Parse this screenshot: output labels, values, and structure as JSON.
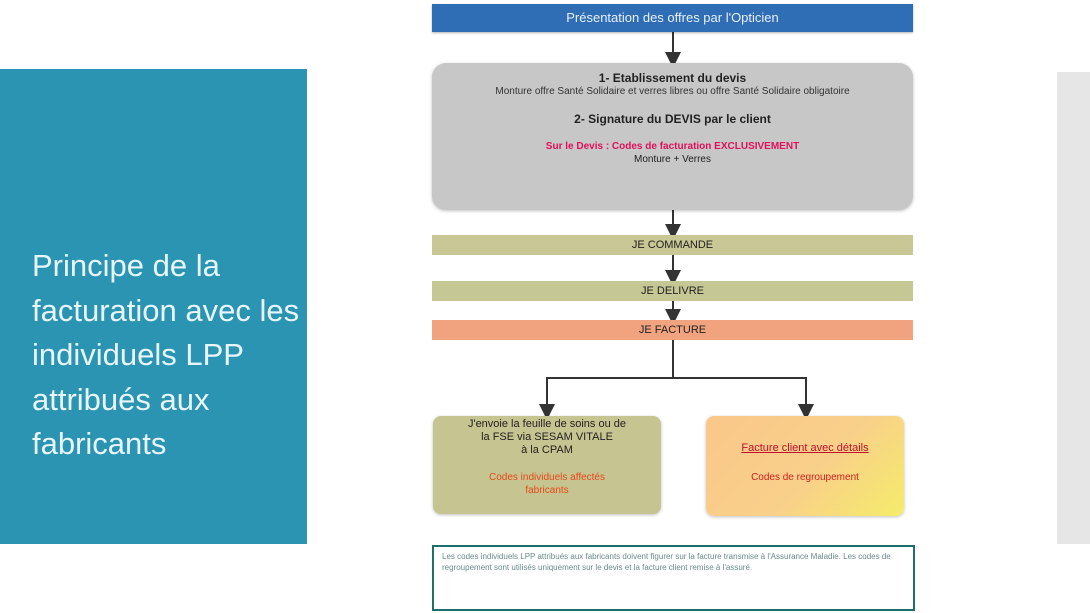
{
  "side": {
    "title": "Principe de la facturation avec les individuels LPP attribués aux fabricants"
  },
  "flow": {
    "top_banner": "Présentation des offres par l'Opticien",
    "devis": {
      "step1_title": "1- Etablissement du devis",
      "step1_sub": "Monture offre Santé Solidaire et verres libres ou offre Santé Solidaire obligatoire",
      "step2_title": "2- Signature du DEVIS par le client",
      "remark": "Sur le Devis : Codes de facturation EXCLUSIVEMENT",
      "remark_sub": "Monture + Verres"
    },
    "band_commande": "JE COMMANDE",
    "band_delivre": "JE DELIVRE",
    "band_facture": "JE FACTURE",
    "fse": {
      "line1": "J'envoie la feuille de soins ou de",
      "line2": "la FSE via SESAM VITALE",
      "line3": "à la CPAM",
      "green": "Codes individuels affectés",
      "green2": "fabricants"
    },
    "client": {
      "title": "Facture client avec détails",
      "sub": "Codes de regroupement"
    },
    "note": "Les codes individuels LPP attribués aux fabricants doivent figurer sur la facture transmise à l'Assurance Maladie. Les codes de regroupement sont utilisés uniquement sur le devis et la facture client remise à l'assuré."
  }
}
